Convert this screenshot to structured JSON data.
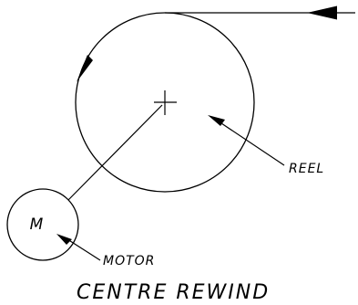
{
  "diagram": {
    "title": "CENTRE REWIND",
    "labels": {
      "reel": "REEL",
      "motor": "MOTOR",
      "motor_symbol": "M"
    }
  },
  "colors": {
    "line": "#000000",
    "background": "#ffffff"
  }
}
